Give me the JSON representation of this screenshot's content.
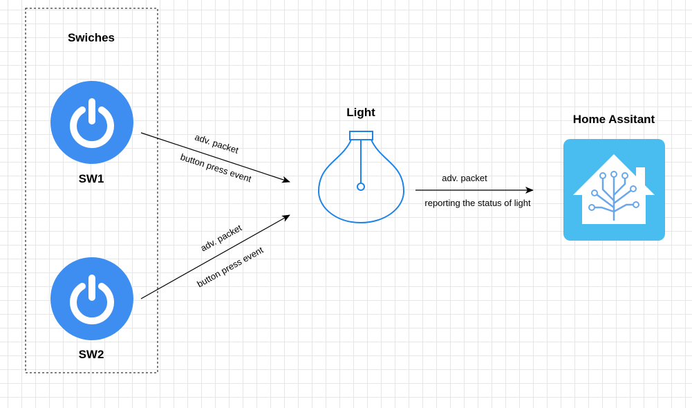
{
  "group": {
    "title": "Swiches"
  },
  "nodes": {
    "sw1": {
      "label": "SW1",
      "icon": "power-icon"
    },
    "sw2": {
      "label": "SW2",
      "icon": "power-icon"
    },
    "light": {
      "label": "Light",
      "icon": "light-bulb-icon"
    },
    "home_assistant": {
      "label": "Home Assitant",
      "icon": "home-assistant-icon"
    }
  },
  "edges": {
    "sw1_to_light": {
      "top_label": "adv. packet",
      "bottom_label": "button press event"
    },
    "sw2_to_light": {
      "top_label": "adv. packet",
      "bottom_label": "button press event"
    },
    "light_to_ha": {
      "top_label": "adv. packet",
      "bottom_label": "reporting the status of light"
    }
  },
  "colors": {
    "switch_blue": "#3d8ef0",
    "bulb_blue": "#1c83e8",
    "ha_blue": "#49bdf0",
    "ha_tree": "#6aa7ea"
  }
}
